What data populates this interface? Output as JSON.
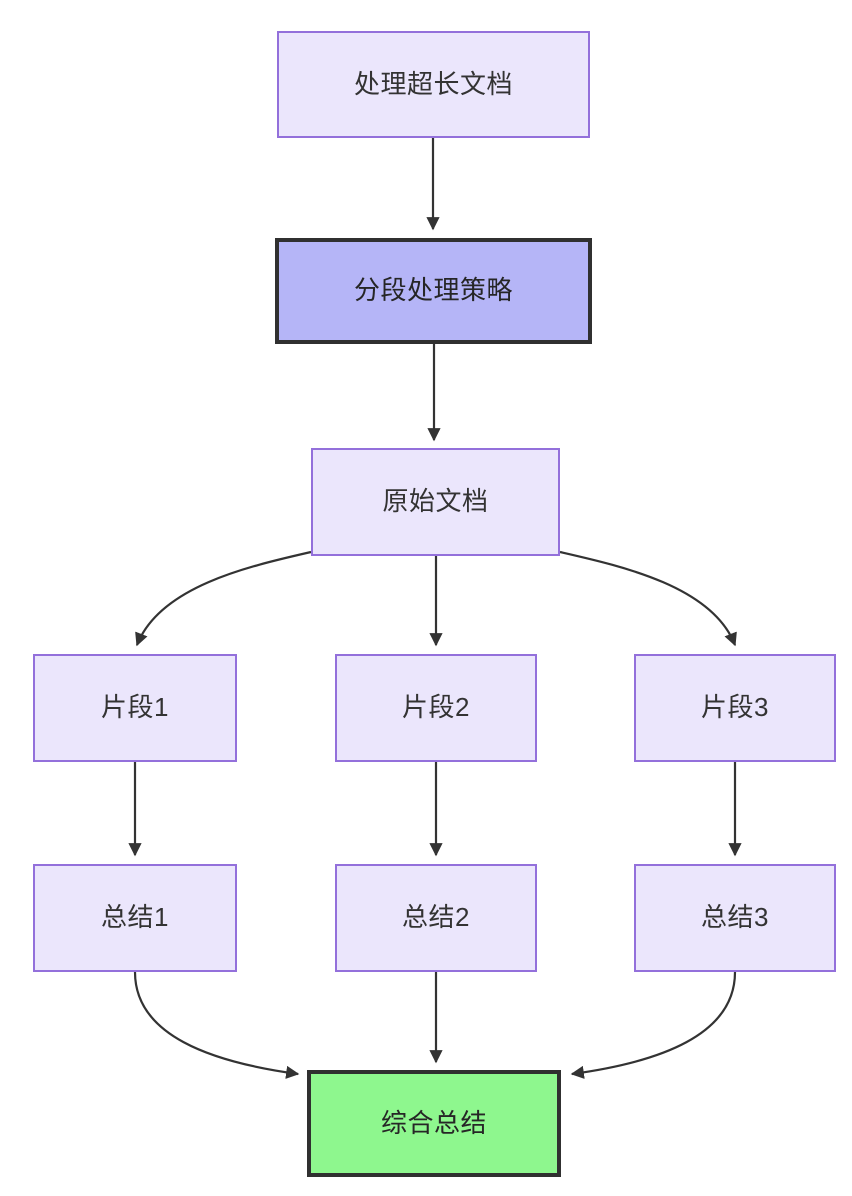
{
  "diagram": {
    "type": "flowchart",
    "direction": "top-down",
    "background_color": "#ffffff",
    "title_text": "",
    "nodes": [
      {
        "id": "doc",
        "label": "处理超长文档",
        "style": "default",
        "fill": "#ebe6fc",
        "stroke": "#9370db",
        "text_color": "#333333"
      },
      {
        "id": "strategy",
        "label": "分段处理策略",
        "style": "highlight",
        "fill": "#b5b5f7",
        "stroke": "#303030",
        "text_color": "#262626"
      },
      {
        "id": "source",
        "label": "原始文档",
        "style": "default",
        "fill": "#ebe6fc",
        "stroke": "#9370db",
        "text_color": "#333333"
      },
      {
        "id": "frag1",
        "label": "片段1",
        "style": "default",
        "fill": "#ebe6fc",
        "stroke": "#9370db",
        "text_color": "#333333"
      },
      {
        "id": "frag2",
        "label": "片段2",
        "style": "default",
        "fill": "#ebe6fc",
        "stroke": "#9370db",
        "text_color": "#333333"
      },
      {
        "id": "frag3",
        "label": "片段3",
        "style": "default",
        "fill": "#ebe6fc",
        "stroke": "#9370db",
        "text_color": "#333333"
      },
      {
        "id": "sum1",
        "label": "总结1",
        "style": "default",
        "fill": "#ebe6fc",
        "stroke": "#9370db",
        "text_color": "#333333"
      },
      {
        "id": "sum2",
        "label": "总结2",
        "style": "default",
        "fill": "#ebe6fc",
        "stroke": "#9370db",
        "text_color": "#333333"
      },
      {
        "id": "sum3",
        "label": "总结3",
        "style": "default",
        "fill": "#ebe6fc",
        "stroke": "#9370db",
        "text_color": "#333333"
      },
      {
        "id": "final",
        "label": "综合总结",
        "style": "terminal",
        "fill": "#8ef78e",
        "stroke": "#303030",
        "text_color": "#262626"
      }
    ],
    "edges": [
      {
        "from": "doc",
        "to": "strategy",
        "label": "",
        "shape": "straight"
      },
      {
        "from": "strategy",
        "to": "source",
        "label": "",
        "shape": "straight"
      },
      {
        "from": "source",
        "to": "frag1",
        "label": "",
        "shape": "curved"
      },
      {
        "from": "source",
        "to": "frag2",
        "label": "",
        "shape": "straight"
      },
      {
        "from": "source",
        "to": "frag3",
        "label": "",
        "shape": "curved"
      },
      {
        "from": "frag1",
        "to": "sum1",
        "label": "",
        "shape": "straight"
      },
      {
        "from": "frag2",
        "to": "sum2",
        "label": "",
        "shape": "straight"
      },
      {
        "from": "frag3",
        "to": "sum3",
        "label": "",
        "shape": "straight"
      },
      {
        "from": "sum1",
        "to": "final",
        "label": "",
        "shape": "curved"
      },
      {
        "from": "sum2",
        "to": "final",
        "label": "",
        "shape": "straight"
      },
      {
        "from": "sum3",
        "to": "final",
        "label": "",
        "shape": "curved"
      }
    ],
    "edge_color": "#333333",
    "arrowhead": "filled-triangle"
  }
}
